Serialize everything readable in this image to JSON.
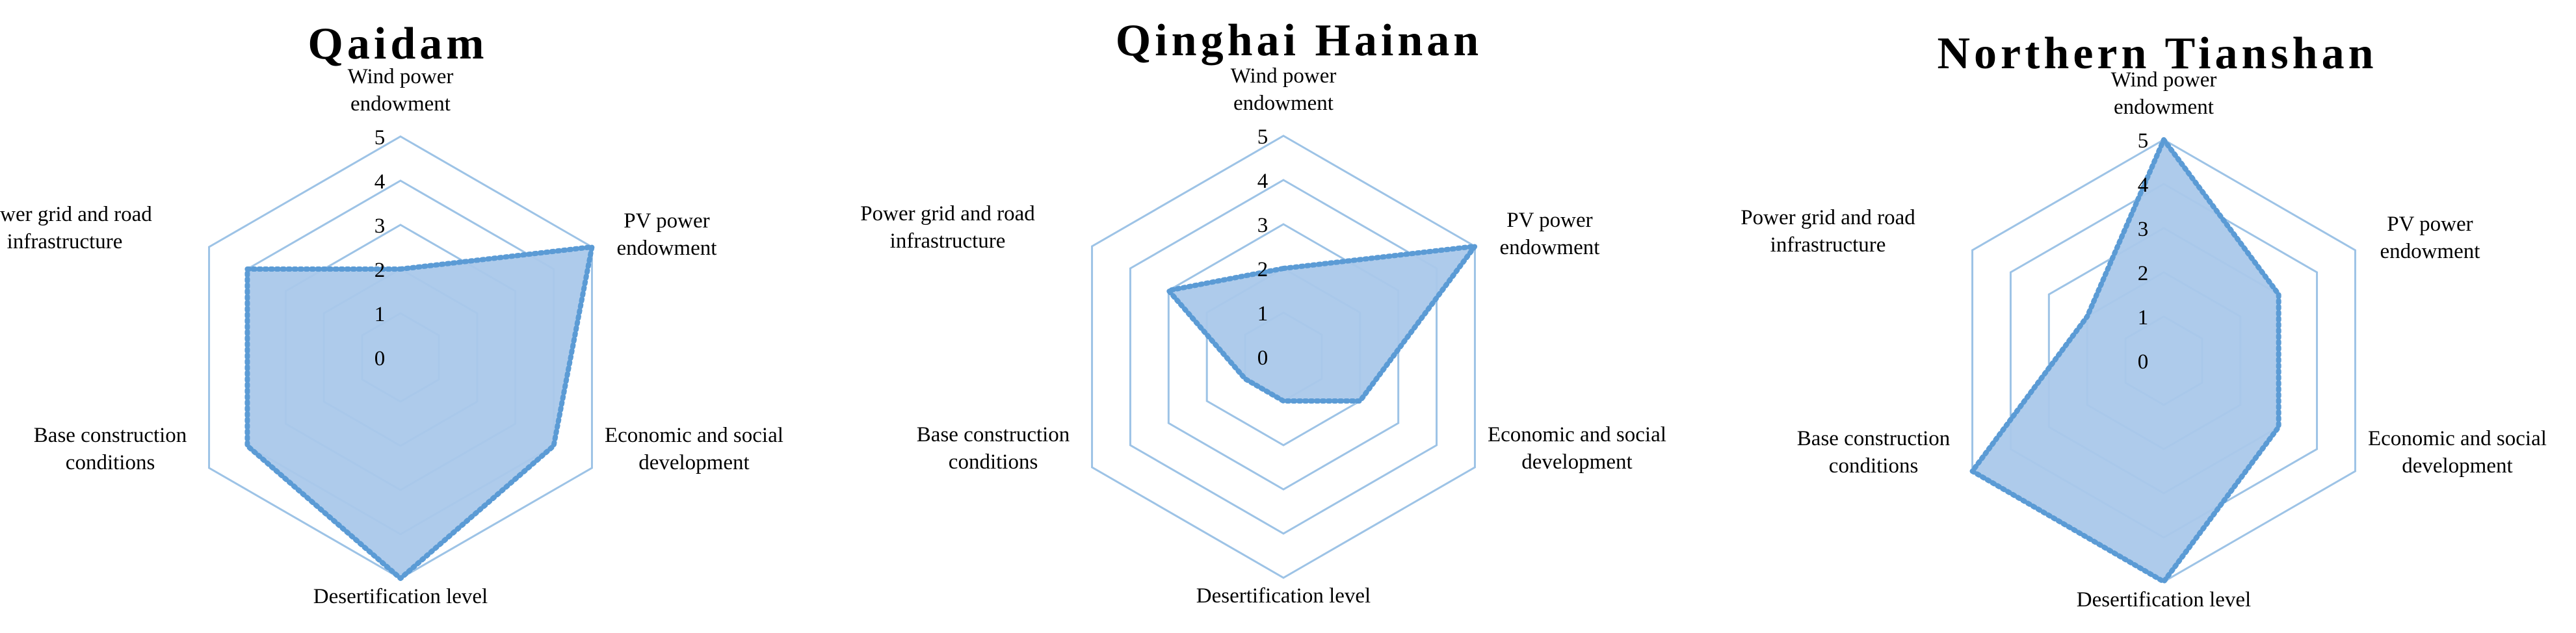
{
  "chart_data": [
    {
      "type": "radar",
      "title": "Qaidam",
      "axes": [
        "Wind power endowment",
        "PV power endowment",
        "Economic and social development",
        "Desertification level",
        "Base construction conditions",
        "Power grid and road infrastructure"
      ],
      "rlim": [
        0,
        5
      ],
      "ticks": [
        0,
        1,
        2,
        3,
        4,
        5
      ],
      "series": [
        {
          "values": [
            2,
            5,
            4,
            5,
            4,
            4
          ]
        }
      ]
    },
    {
      "type": "radar",
      "title": "Qinghai Hainan",
      "axes": [
        "Wind power endowment",
        "PV power endowment",
        "Economic and social development",
        "Desertification level",
        "Base construction conditions",
        "Power grid and road infrastructure"
      ],
      "rlim": [
        0,
        5
      ],
      "ticks": [
        0,
        1,
        2,
        3,
        4,
        5
      ],
      "series": [
        {
          "values": [
            2,
            5,
            2,
            1,
            1,
            3
          ]
        }
      ]
    },
    {
      "type": "radar",
      "title": "Northern Tianshan",
      "axes": [
        "Wind power endowment",
        "PV power endowment",
        "Economic and social development",
        "Desertification level",
        "Base construction conditions",
        "Power grid and road infrastructure"
      ],
      "rlim": [
        0,
        5
      ],
      "ticks": [
        0,
        1,
        2,
        3,
        4,
        5
      ],
      "series": [
        {
          "values": [
            5,
            3,
            3,
            5,
            5,
            2
          ]
        }
      ]
    }
  ],
  "style": {
    "grid_color": "#9dc3e6",
    "fill_color": "#aac8ea",
    "line_color": "#5b9bd5"
  }
}
